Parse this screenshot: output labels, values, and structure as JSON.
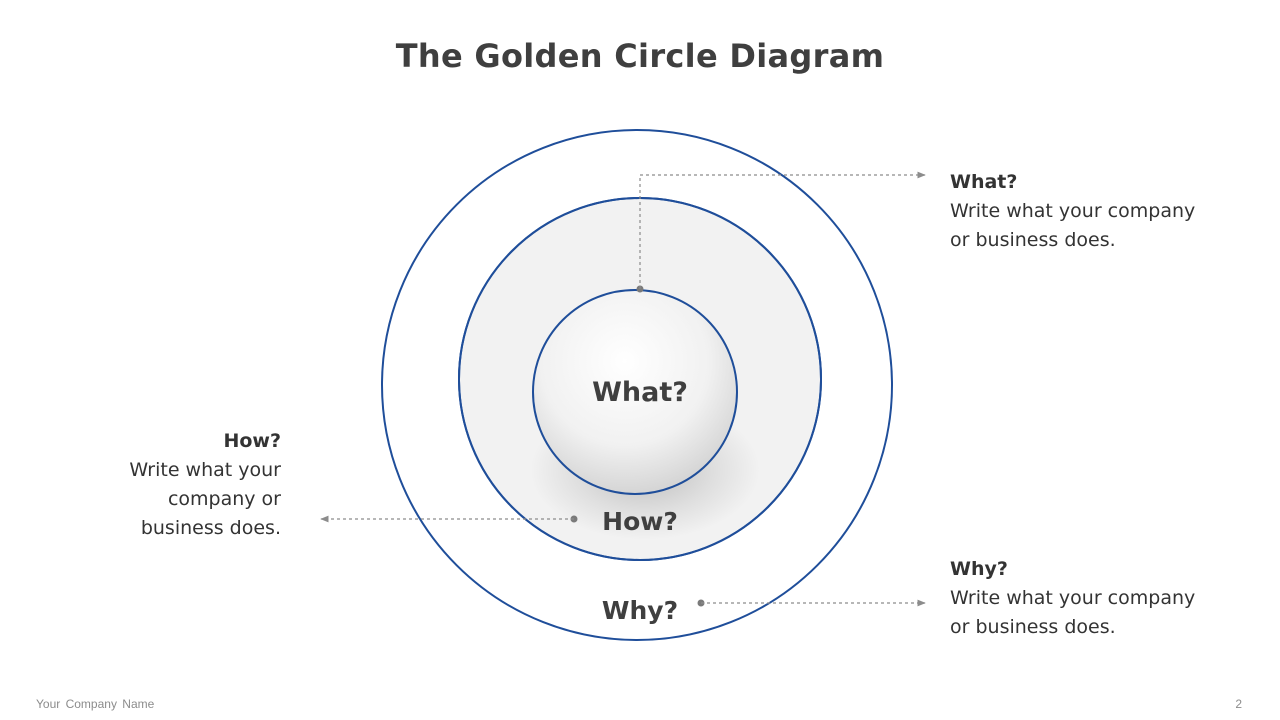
{
  "title": "The Golden Circle Diagram",
  "colors": {
    "ring_stroke": "#1f4e9a",
    "middle_fill": "#f2f2f2",
    "leader_line": "#8c8c8c",
    "text": "#3f3f3f"
  },
  "circles": {
    "inner_label": "What?",
    "middle_label": "How?",
    "outer_label": "Why?"
  },
  "callouts": {
    "what": {
      "heading": "What?",
      "body_line1": "Write what your company",
      "body_line2": "or business does."
    },
    "how": {
      "heading": "How?",
      "body_line1": "Write what your",
      "body_line2": "company or",
      "body_line3": "business does."
    },
    "why": {
      "heading": "Why?",
      "body_line1": "Write what your company",
      "body_line2": "or business does."
    }
  },
  "footer": {
    "company": "Your Company Name",
    "page_number": "2"
  }
}
